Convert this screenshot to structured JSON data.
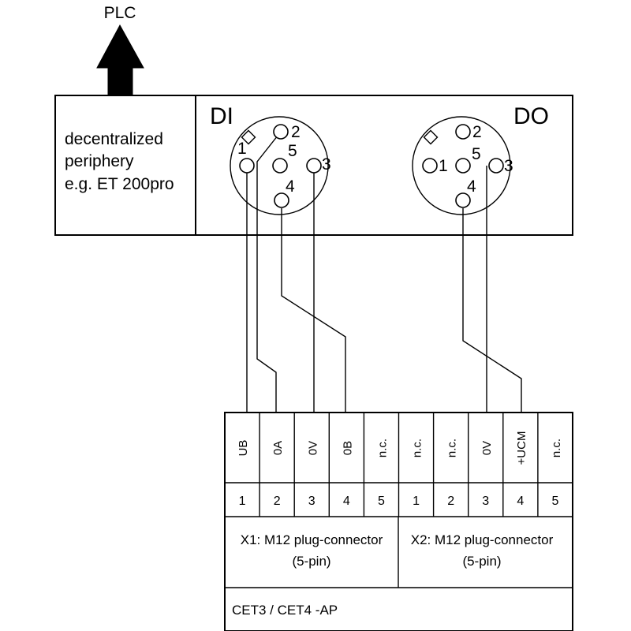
{
  "arrow_label": "PLC",
  "periphery": {
    "line1": "decentralized",
    "line2": "periphery",
    "line3": "e.g. ET 200pro"
  },
  "di": {
    "label": "DI",
    "pins": [
      "1",
      "2",
      "3",
      "4",
      "5"
    ]
  },
  "do": {
    "label": "DO",
    "pins": [
      "1",
      "2",
      "3",
      "4",
      "5"
    ]
  },
  "terminals": {
    "x1_signals": [
      "UB",
      "0A",
      "0V",
      "0B",
      "n.c."
    ],
    "x2_signals": [
      "n.c.",
      "n.c.",
      "0V",
      "+UCM",
      "n.c."
    ],
    "x1_pins": [
      "1",
      "2",
      "3",
      "4",
      "5"
    ],
    "x2_pins": [
      "1",
      "2",
      "3",
      "4",
      "5"
    ]
  },
  "x1": {
    "line1": "X1: M12 plug-connector",
    "line2": "(5-pin)"
  },
  "x2": {
    "line1": "X2: M12 plug-connector",
    "line2": "(5-pin)"
  },
  "device_label": "CET3 / CET4 -AP"
}
